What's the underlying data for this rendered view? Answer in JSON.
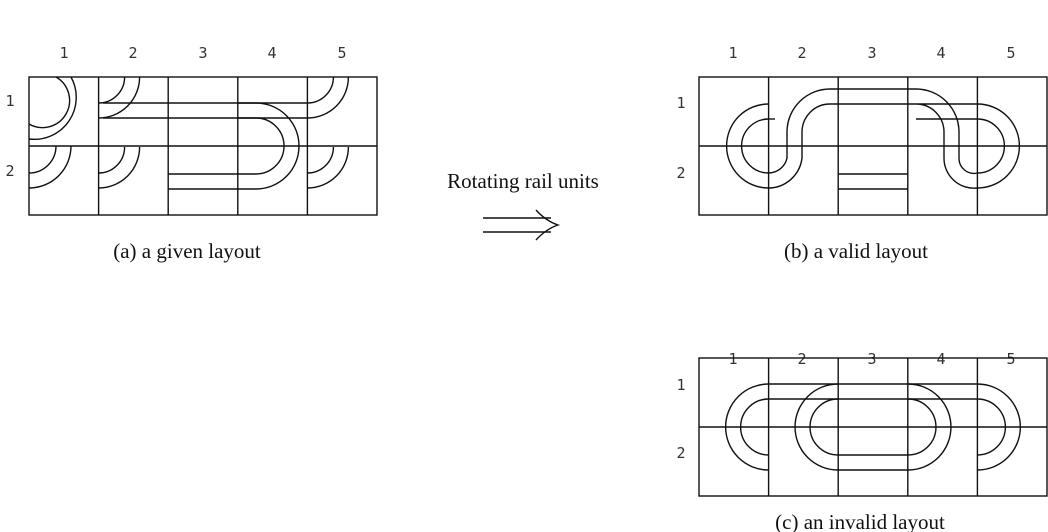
{
  "panels": [
    {
      "id": "a",
      "caption": "(a) a given layout",
      "col_labels": [
        "1",
        "2",
        "3",
        "4",
        "5"
      ],
      "row_labels": [
        "1",
        "2"
      ]
    },
    {
      "id": "b",
      "caption": "(b) a valid layout",
      "col_labels": [
        "1",
        "2",
        "3",
        "4",
        "5"
      ],
      "row_labels": [
        "1",
        "2"
      ]
    },
    {
      "id": "c",
      "caption": "(c) an invalid layout",
      "col_labels": [
        "1",
        "2",
        "3",
        "4",
        "5"
      ],
      "row_labels": [
        "1",
        "2"
      ]
    }
  ],
  "transition": {
    "label": "Rotating rail units",
    "arrow": "⟹"
  }
}
